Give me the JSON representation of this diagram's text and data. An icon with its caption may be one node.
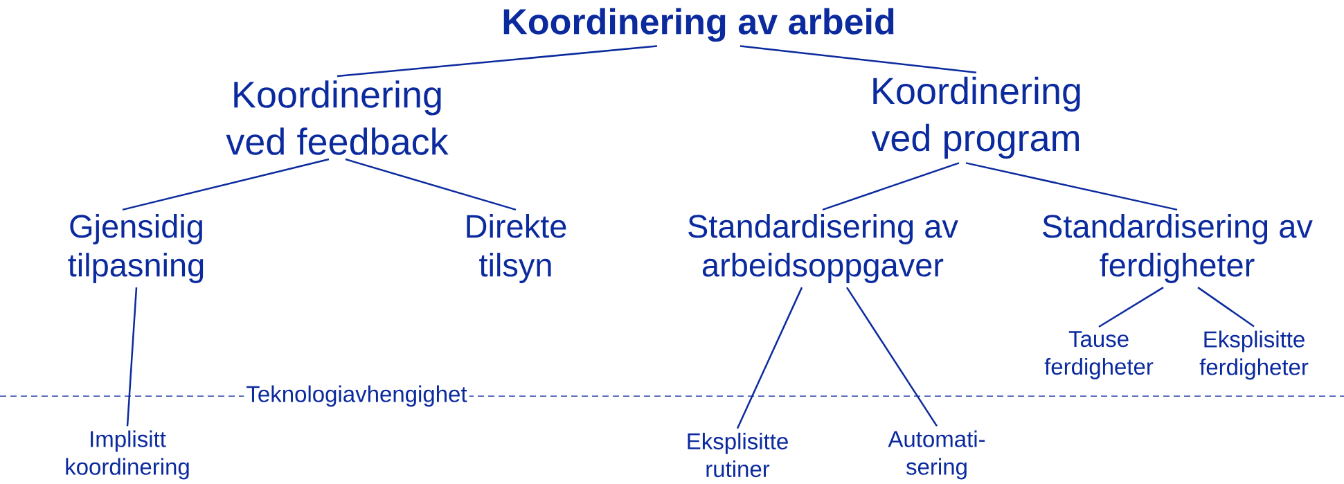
{
  "diagram": {
    "nodes": [
      {
        "text": [
          "Koordinering av arbeid"
        ]
      },
      {
        "text": [
          "Koordinering ved feedback"
        ]
      },
      {
        "text": [
          "Koordinering ved program"
        ]
      },
      {
        "text": [
          "Gjensidig tilpasning"
        ]
      },
      {
        "text": [
          "Direkte tilsyn"
        ]
      },
      {
        "text": [
          "Standardisering av arbeidsoppgaver"
        ]
      },
      {
        "text": [
          "Standardisering av ferdigheter"
        ]
      },
      {
        "text": [
          "Tause ferdigheter"
        ]
      },
      {
        "text": [
          "Eksplisitte ferdigheter"
        ]
      },
      {
        "text": [
          "Implisitt koordinering"
        ]
      },
      {
        "text": [
          "Eksplisitte rutiner"
        ]
      },
      {
        "text": [
          "Automati- sering"
        ]
      }
    ],
    "edges": [
      {
        "from": 0,
        "to": 1,
        "arrow": "none"
      },
      {
        "from": 0,
        "to": 2,
        "arrow": "none"
      },
      {
        "from": 1,
        "to": 3,
        "arrow": "none"
      },
      {
        "from": 1,
        "to": 4,
        "arrow": "none"
      },
      {
        "from": 2,
        "to": 5,
        "arrow": "none"
      },
      {
        "from": 2,
        "to": 6,
        "arrow": "none"
      },
      {
        "from": 6,
        "to": 7,
        "arrow": "none"
      },
      {
        "from": 6,
        "to": 8,
        "arrow": "none"
      },
      {
        "from": 3,
        "to": 9,
        "arrow": "none"
      },
      {
        "from": 5,
        "to": 10,
        "arrow": "none"
      },
      {
        "from": 5,
        "to": 11,
        "arrow": "none"
      }
    ],
    "labels": [
      "Teknologiavhengighet"
    ]
  }
}
